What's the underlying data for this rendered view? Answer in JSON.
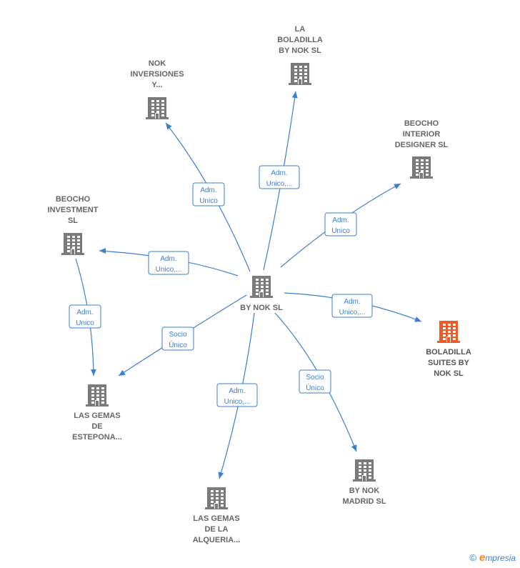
{
  "colors": {
    "edge": "#3a7fd5",
    "node": "#7a7a7a",
    "node_highlight": "#f05a28",
    "label": "#666666"
  },
  "nodes": [
    {
      "id": "center",
      "icon": "building-icon",
      "lines": [
        "BY NOK  SL"
      ],
      "label_below": true
    },
    {
      "id": "la-boladilla",
      "icon": "building-icon",
      "lines": [
        "LA",
        "BOLADILLA",
        "BY NOK  SL"
      ],
      "label_below": false
    },
    {
      "id": "nok-inversiones",
      "icon": "building-icon",
      "lines": [
        "NOK",
        "INVERSIONES",
        "Y..."
      ],
      "label_below": false
    },
    {
      "id": "beocho-interior",
      "icon": "building-icon",
      "lines": [
        "BEOCHO",
        "INTERIOR",
        "DESIGNER  SL"
      ],
      "label_below": false
    },
    {
      "id": "beocho-investment",
      "icon": "building-icon",
      "lines": [
        "BEOCHO",
        "INVESTMENT",
        "SL"
      ],
      "label_below": false
    },
    {
      "id": "boladilla-suites",
      "icon": "building-icon",
      "lines": [
        "BOLADILLA",
        "SUITES BY",
        "NOK  SL"
      ],
      "label_below": true,
      "highlight": true
    },
    {
      "id": "gemas-estepona",
      "icon": "building-icon",
      "lines": [
        "LAS GEMAS",
        "DE",
        "ESTEPONA..."
      ],
      "label_below": true
    },
    {
      "id": "gemas-alqueria",
      "icon": "building-icon",
      "lines": [
        "LAS GEMAS",
        "DE LA",
        "ALQUERIA..."
      ],
      "label_below": true
    },
    {
      "id": "by-nok-madrid",
      "icon": "building-icon",
      "lines": [
        "BY NOK",
        "MADRID  SL"
      ],
      "label_below": true
    }
  ],
  "edges": [
    {
      "id": "to-la-boladilla",
      "label": [
        "Adm.",
        "Unico,..."
      ]
    },
    {
      "id": "to-nok-inversiones",
      "label": [
        "Adm.",
        "Unico"
      ]
    },
    {
      "id": "to-beocho-interior",
      "label": [
        "Adm.",
        "Unico"
      ]
    },
    {
      "id": "to-beocho-investment",
      "label": [
        "Adm.",
        "Unico,..."
      ]
    },
    {
      "id": "to-boladilla-suites",
      "label": [
        "Adm.",
        "Unico,..."
      ]
    },
    {
      "id": "to-gemas-estepona",
      "label": [
        "Socio",
        "Único"
      ]
    },
    {
      "id": "to-gemas-alqueria",
      "label": [
        "Adm.",
        "Unico,..."
      ]
    },
    {
      "id": "to-by-nok-madrid",
      "label": [
        "Socio",
        "Único"
      ]
    },
    {
      "id": "investment-to-estepona",
      "label": [
        "Adm.",
        "Unico"
      ]
    }
  ],
  "watermark": {
    "copyright": "©",
    "brand_initial": "e",
    "brand_rest": "mpresia"
  }
}
